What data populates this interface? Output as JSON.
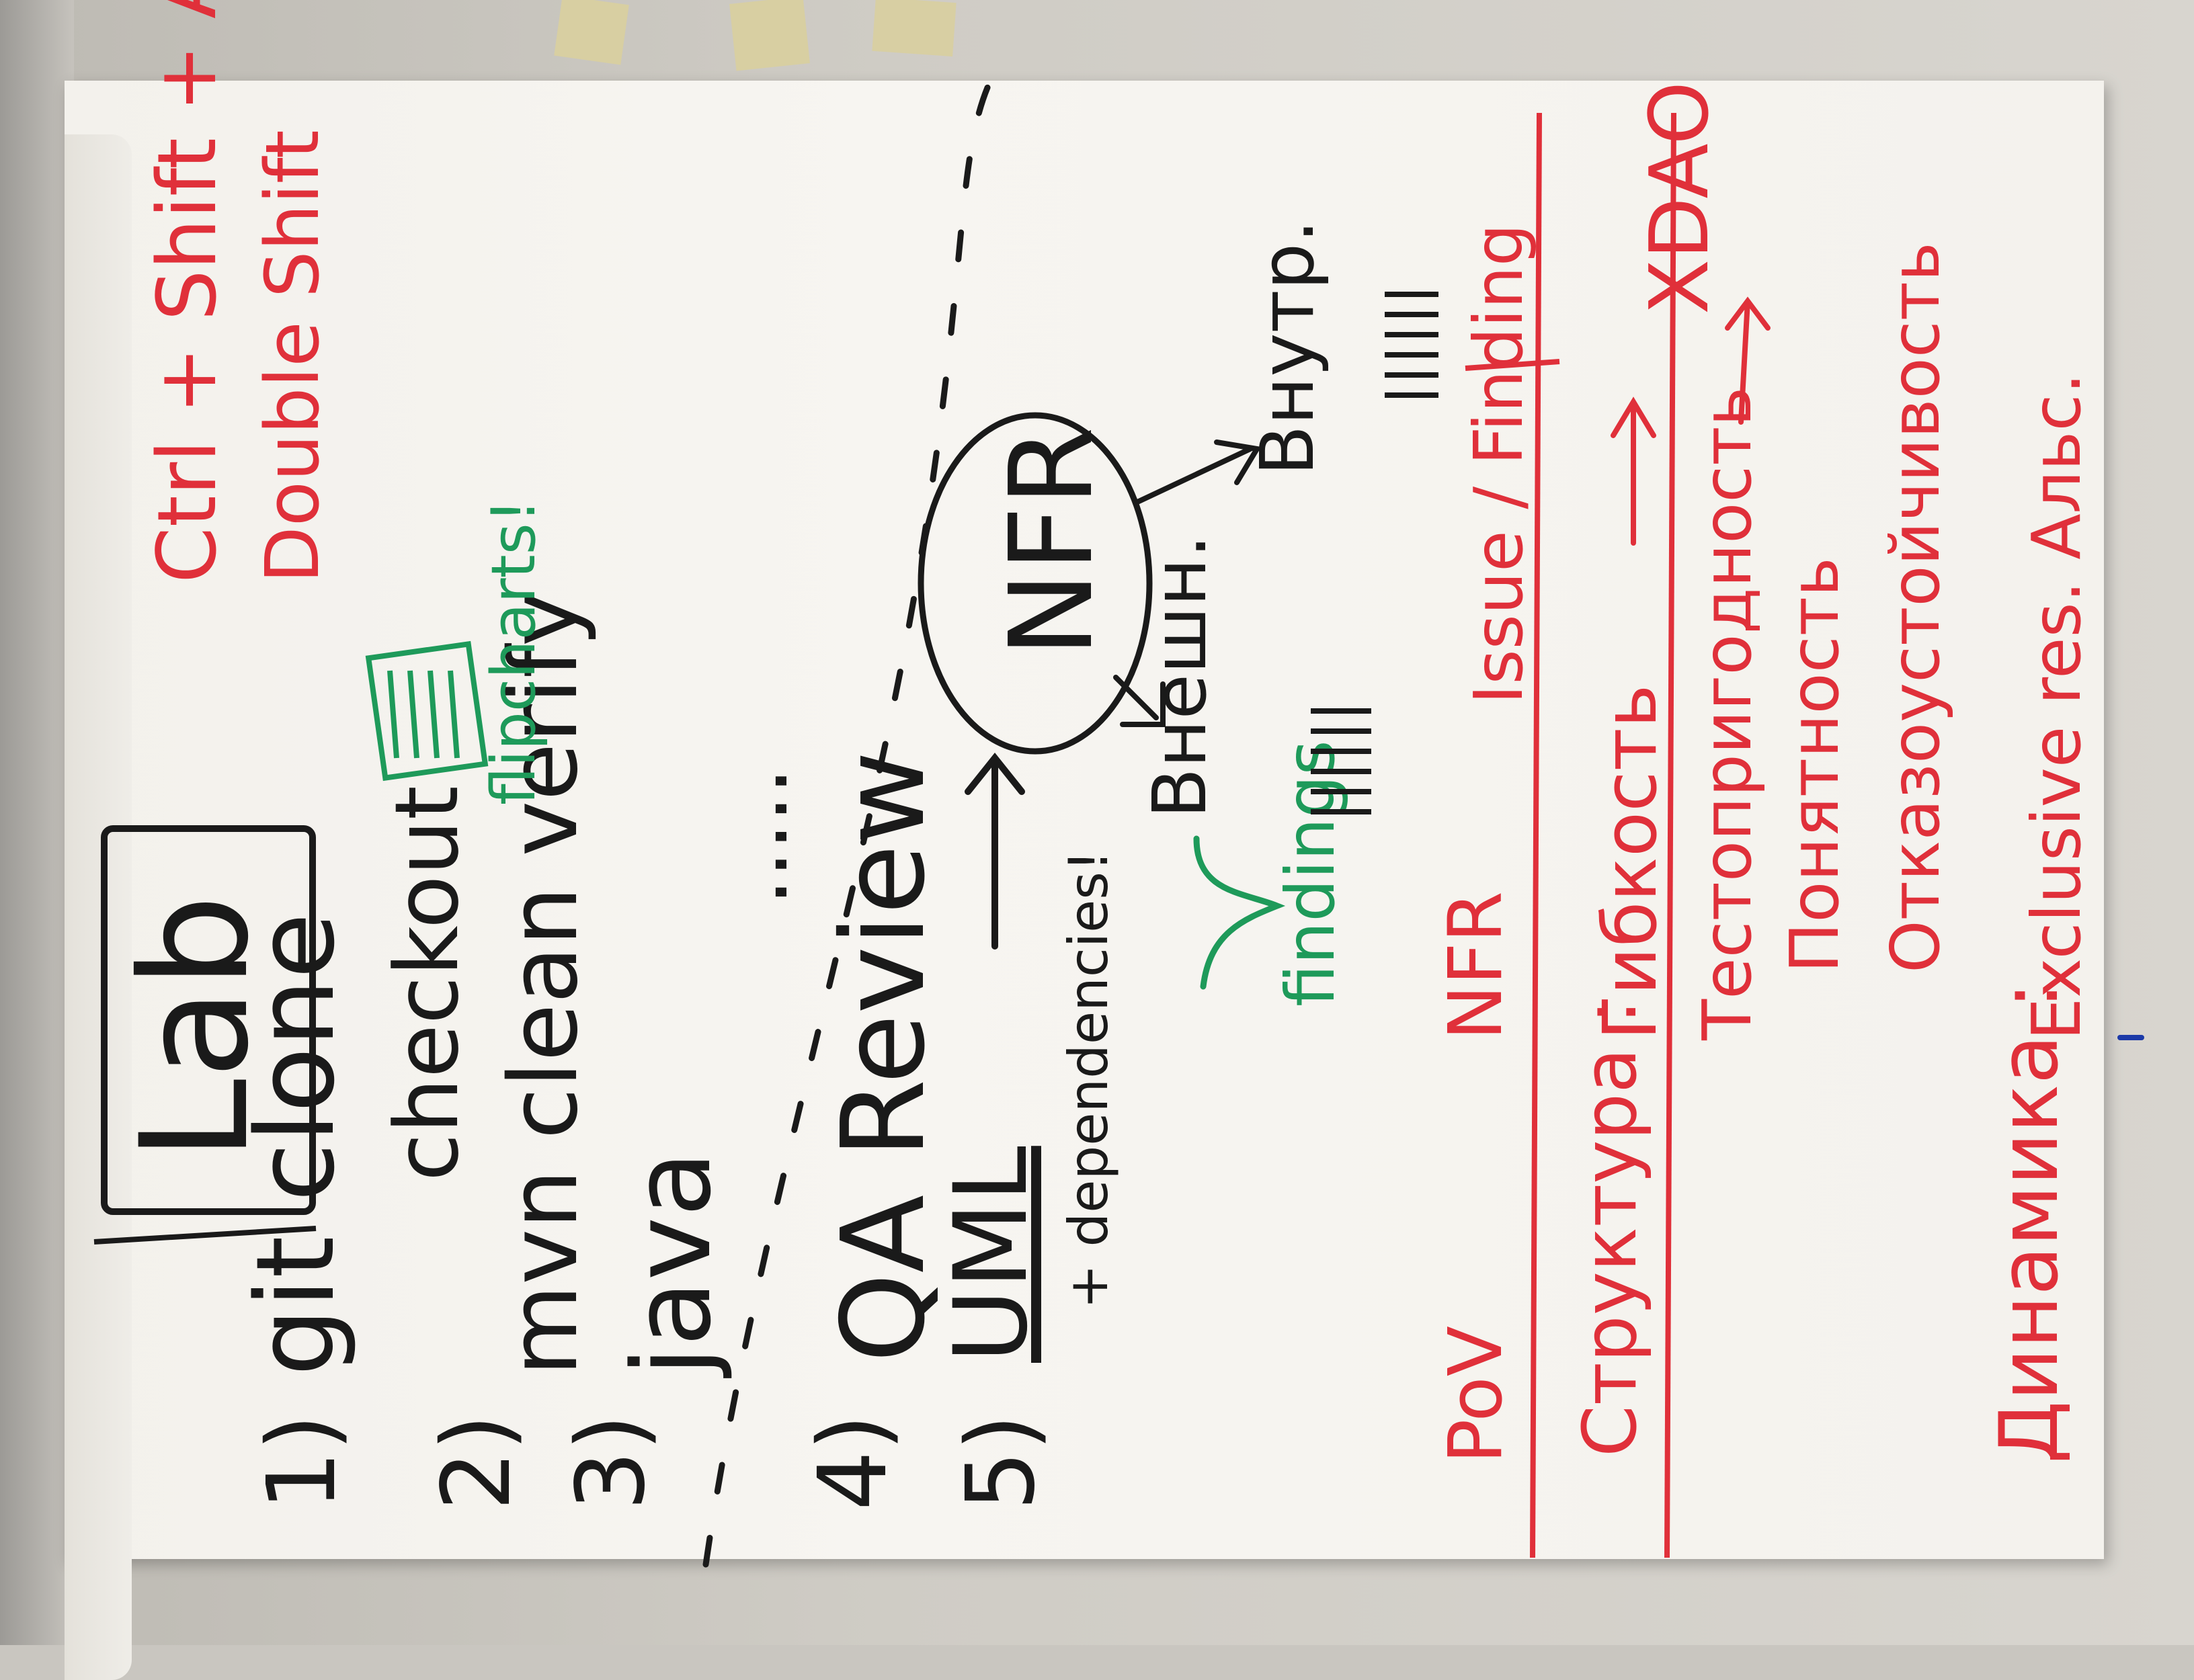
{
  "lab": {
    "title": "Lab"
  },
  "steps": [
    {
      "num": "1)",
      "text": "git clone"
    },
    {
      "num": "",
      "text": "checkout"
    },
    {
      "num": "2)",
      "text": "mvn clean verify"
    },
    {
      "num": "3)",
      "text": "java"
    },
    {
      "num": "",
      "text": "....."
    },
    {
      "num": "4)",
      "text": "QA Review"
    },
    {
      "num": "5)",
      "text": "UML"
    },
    {
      "num": "",
      "text": "+ dependencies!"
    }
  ],
  "hotkeys": {
    "line1": "Ctrl + Shift + A",
    "line2": "Double Shift"
  },
  "green": {
    "flipcharts": "flipcharts!",
    "findings": "findings"
  },
  "nfr": {
    "center": "NFR",
    "left_branch": "Внешн.",
    "right_branch": "Внутр."
  },
  "red_table": {
    "col1": "PoV",
    "col2": "NFR",
    "col3": "Issue / Finding"
  },
  "structure": {
    "label": "Структура :",
    "item1": "Гибкость",
    "item1_target": "XDAO",
    "item2": "Тестопригодность",
    "item3": "Понятность",
    "item4": "Отказоустойчивость"
  },
  "dynamics": {
    "label": "Динамика :",
    "item1": "Exclusive res. Альс."
  },
  "colors": {
    "black": "#1a1a1a",
    "red": "#e0303a",
    "green": "#1e9a5a",
    "paper": "#f5f3ee"
  }
}
